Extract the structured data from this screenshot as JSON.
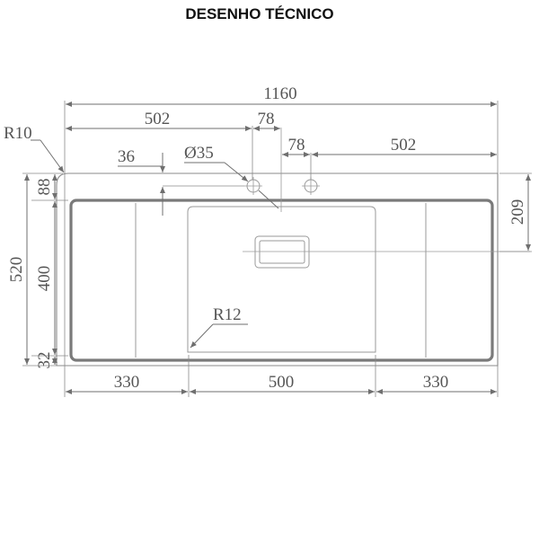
{
  "title": "DESENHO TÉCNICO",
  "dimensions": {
    "overall_width": "1160",
    "left_to_center": "502",
    "center_to_hole_left": "78",
    "center_to_hole_right": "78",
    "right_to_center": "502",
    "corner_radius": "R10",
    "edge_to_hole_offset": "36",
    "hole_diameter": "Ø35",
    "hole_to_basin": "88",
    "overall_height": "520",
    "basin_height": "400",
    "bottom_rim": "32",
    "top_to_drain": "209",
    "inner_radius": "R12",
    "left_section": "330",
    "center_section": "500",
    "right_section": "330"
  },
  "colors": {
    "line": "#6f6f6f",
    "text": "#555555",
    "title": "#111111"
  }
}
